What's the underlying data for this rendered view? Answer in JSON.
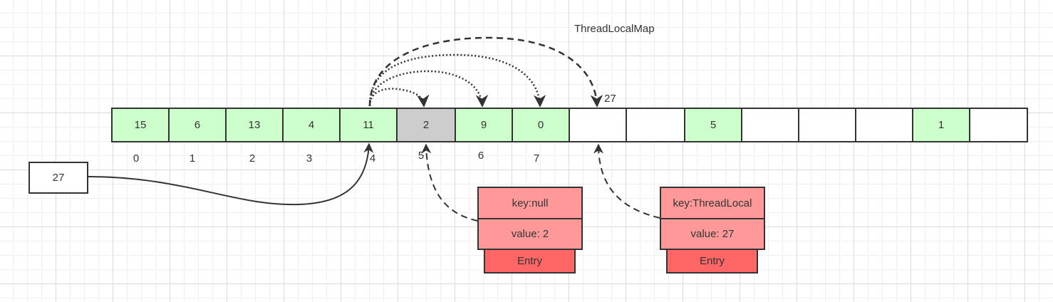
{
  "title": "ThreadLocalMap",
  "table": {
    "cells": [
      {
        "value": "15",
        "state": "filled"
      },
      {
        "value": "6",
        "state": "filled"
      },
      {
        "value": "13",
        "state": "filled"
      },
      {
        "value": "4",
        "state": "filled"
      },
      {
        "value": "11",
        "state": "filled"
      },
      {
        "value": "2",
        "state": "stale"
      },
      {
        "value": "9",
        "state": "filled"
      },
      {
        "value": "0",
        "state": "filled"
      },
      {
        "value": "",
        "state": "empty"
      },
      {
        "value": "",
        "state": "empty"
      },
      {
        "value": "5",
        "state": "filled"
      },
      {
        "value": "",
        "state": "empty"
      },
      {
        "value": "",
        "state": "empty"
      },
      {
        "value": "",
        "state": "empty"
      },
      {
        "value": "1",
        "state": "filled"
      },
      {
        "value": "",
        "state": "empty"
      }
    ],
    "indices": [
      "0",
      "1",
      "2",
      "3",
      "4",
      "5",
      "6",
      "7"
    ]
  },
  "insert_label": "27",
  "input_key": "27",
  "entries": [
    {
      "key": "key:null",
      "value": "value: 2",
      "label": "Entry"
    },
    {
      "key": "key:ThreadLocal",
      "value": "value: 27",
      "label": "Entry"
    }
  ],
  "colors": {
    "filled": "#ccffcc",
    "stale": "#cccccc",
    "entry_fields": "#ff9999",
    "entry_label": "#ff6666",
    "stroke": "#333333"
  }
}
